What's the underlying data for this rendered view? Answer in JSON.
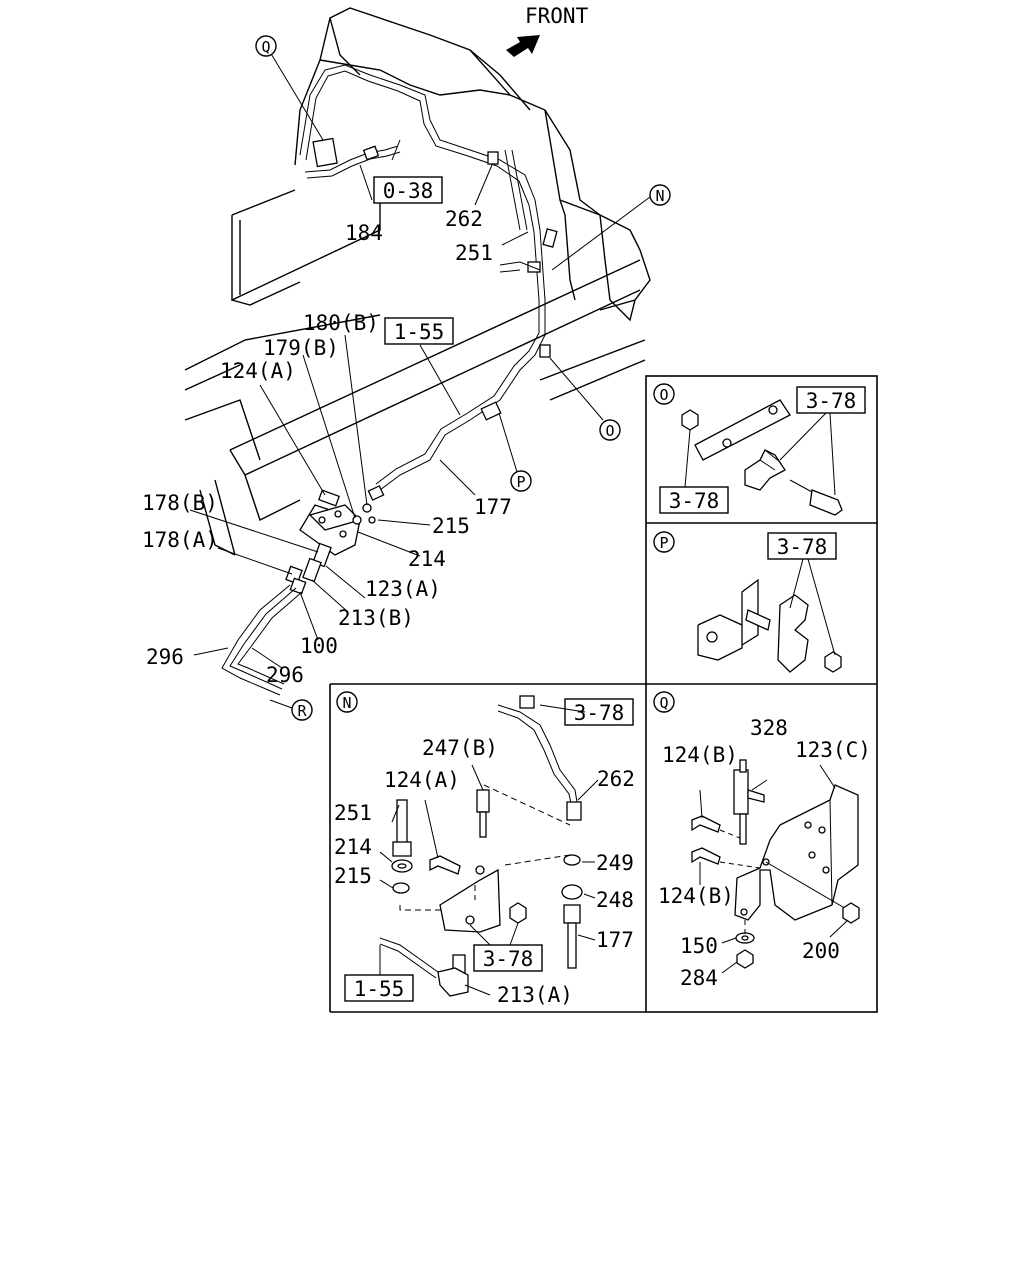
{
  "header": {
    "direction_label": "FRONT",
    "direction_icon": "arrow-icon"
  },
  "callouts": {
    "circle_o": "O",
    "circle_n": "N",
    "circle_p": "P",
    "circle_q": "Q",
    "circle_r": "R"
  },
  "refs": {
    "ref_0_38": "0-38",
    "ref_1_55": "1-55",
    "ref_3_78": "3-78"
  },
  "parts": {
    "p184": "184",
    "p262": "262",
    "p251": "251",
    "p180b": "180(B)",
    "p179b": "179(B)",
    "p124a": "124(A)",
    "p178b": "178(B)",
    "p178a": "178(A)",
    "p215": "215",
    "p177": "177",
    "p214": "214",
    "p123a": "123(A)",
    "p213b": "213(B)",
    "p100": "100",
    "p296": "296",
    "p247b": "247(B)",
    "p249": "249",
    "p248": "248",
    "p213a": "213(A)",
    "p328": "328",
    "p124b": "124(B)",
    "p123c": "123(C)",
    "p150": "150",
    "p284": "284",
    "p200": "200"
  }
}
